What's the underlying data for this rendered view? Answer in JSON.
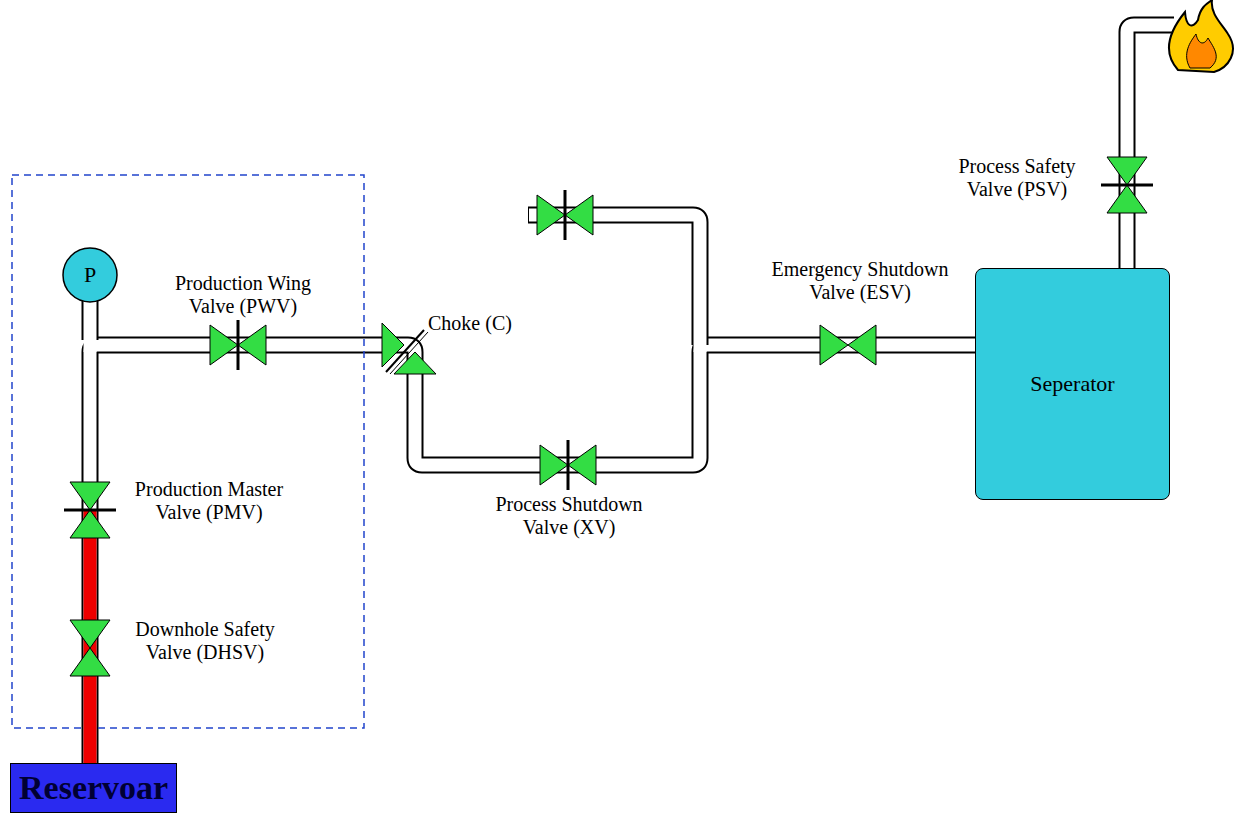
{
  "diagram": {
    "nodes": [
      {
        "text": [
          "P"
        ]
      },
      {
        "text": [
          "Seperator"
        ]
      },
      {
        "text": [
          "Reservoar"
        ]
      }
    ],
    "edges": [
      {
        "from": 2,
        "to": 1,
        "arrow": "none"
      }
    ],
    "labels": [
      "Production Wing Valve (PWV)",
      "Choke (C)",
      "Production Master Valve (PMV)",
      "Downhole Safety Valve (DHSV)",
      "Process Shutdown Valve (XV)",
      "Emergency Shutdown Valve (ESV)",
      "Process Safety Valve (PSV)"
    ]
  }
}
